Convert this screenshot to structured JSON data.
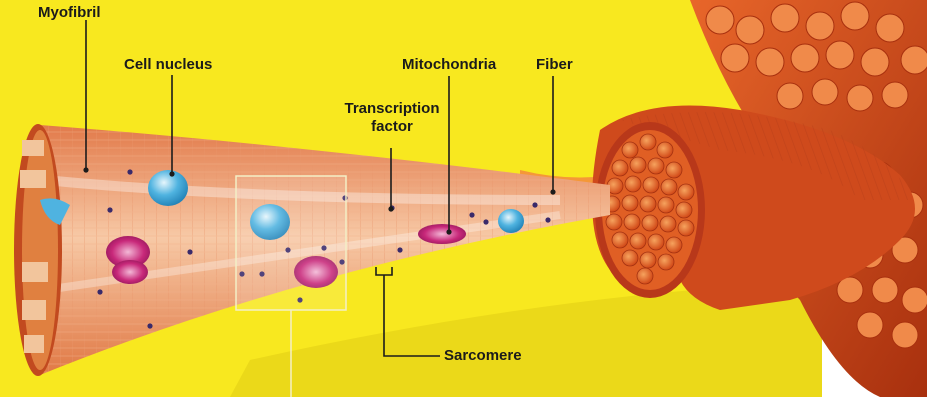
{
  "labels": {
    "myofibril": "Myofibril",
    "cell_nucleus": "Cell nucleus",
    "mitochondria": "Mitochondria",
    "fiber": "Fiber",
    "transcription_factor_line1": "Transcription",
    "transcription_factor_line2": "factor",
    "sarcomere": "Sarcomere"
  },
  "colors": {
    "background": "#f8e81f",
    "muscle": "#d9521d",
    "muscle_light": "#f29a5a",
    "nucleus": "#3fa9d8",
    "mitochondria": "#c8287a",
    "leader_line": "#1b1b1b",
    "zoom_box": "#f4efc6"
  }
}
